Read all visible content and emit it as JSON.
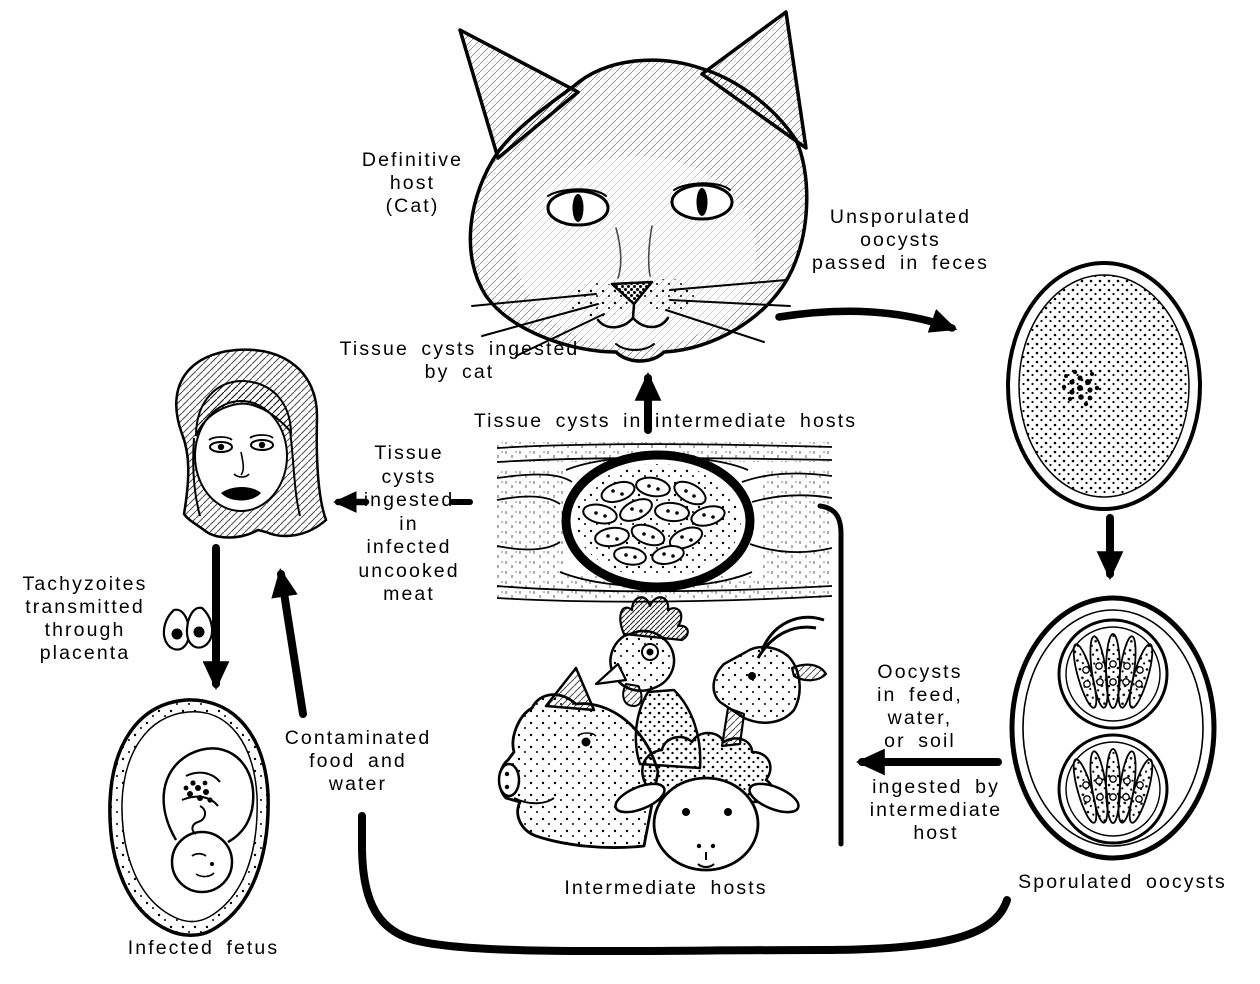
{
  "diagram": {
    "labels": {
      "definitive_host": "Definitive\nhost\n(Cat)",
      "unsporulated_oocysts": "Unsporulated\noocysts\npassed in feces",
      "tissue_cysts_ingested_by_cat": "Tissue cysts ingested\nby cat",
      "tissue_cysts_in_intermediate_hosts": "Tissue cysts in intermediate hosts",
      "tissue_cysts_ingested_in_meat": "Tissue\ncysts\ningested\nin\ninfected\nuncooked\nmeat",
      "tachyzoites_placenta": "Tachyzoites\ntransmitted\nthrough\nplacenta",
      "contaminated_food_water": "Contaminated\nfood and\nwater",
      "infected_fetus": "Infected fetus",
      "intermediate_hosts": "Intermediate hosts",
      "oocysts_in_feed": "Oocysts\nin feed,\nwater,\nor soil",
      "ingested_by_intermediate_host": "ingested by\nintermediate\nhost",
      "sporulated_oocysts": "Sporulated oocysts"
    },
    "illustrations": [
      "cat-head",
      "unsporulated-oocyst",
      "sporulated-oocyst",
      "tissue-cyst-in-muscle",
      "pig-head",
      "chicken-head",
      "goat-head",
      "sheep-head",
      "woman-head",
      "tachyzoites",
      "infected-fetus"
    ],
    "arrows": [
      "cat-to-unsporulated-oocysts",
      "unsporulated-to-sporulated",
      "sporulated-to-intermediate-host",
      "tissue-cyst-to-cat",
      "meat-to-woman",
      "woman-to-fetus",
      "contaminated-to-woman",
      "oocysts-to-food-water-curve"
    ],
    "colors": {
      "ink": "#000000",
      "paper": "#ffffff"
    }
  }
}
